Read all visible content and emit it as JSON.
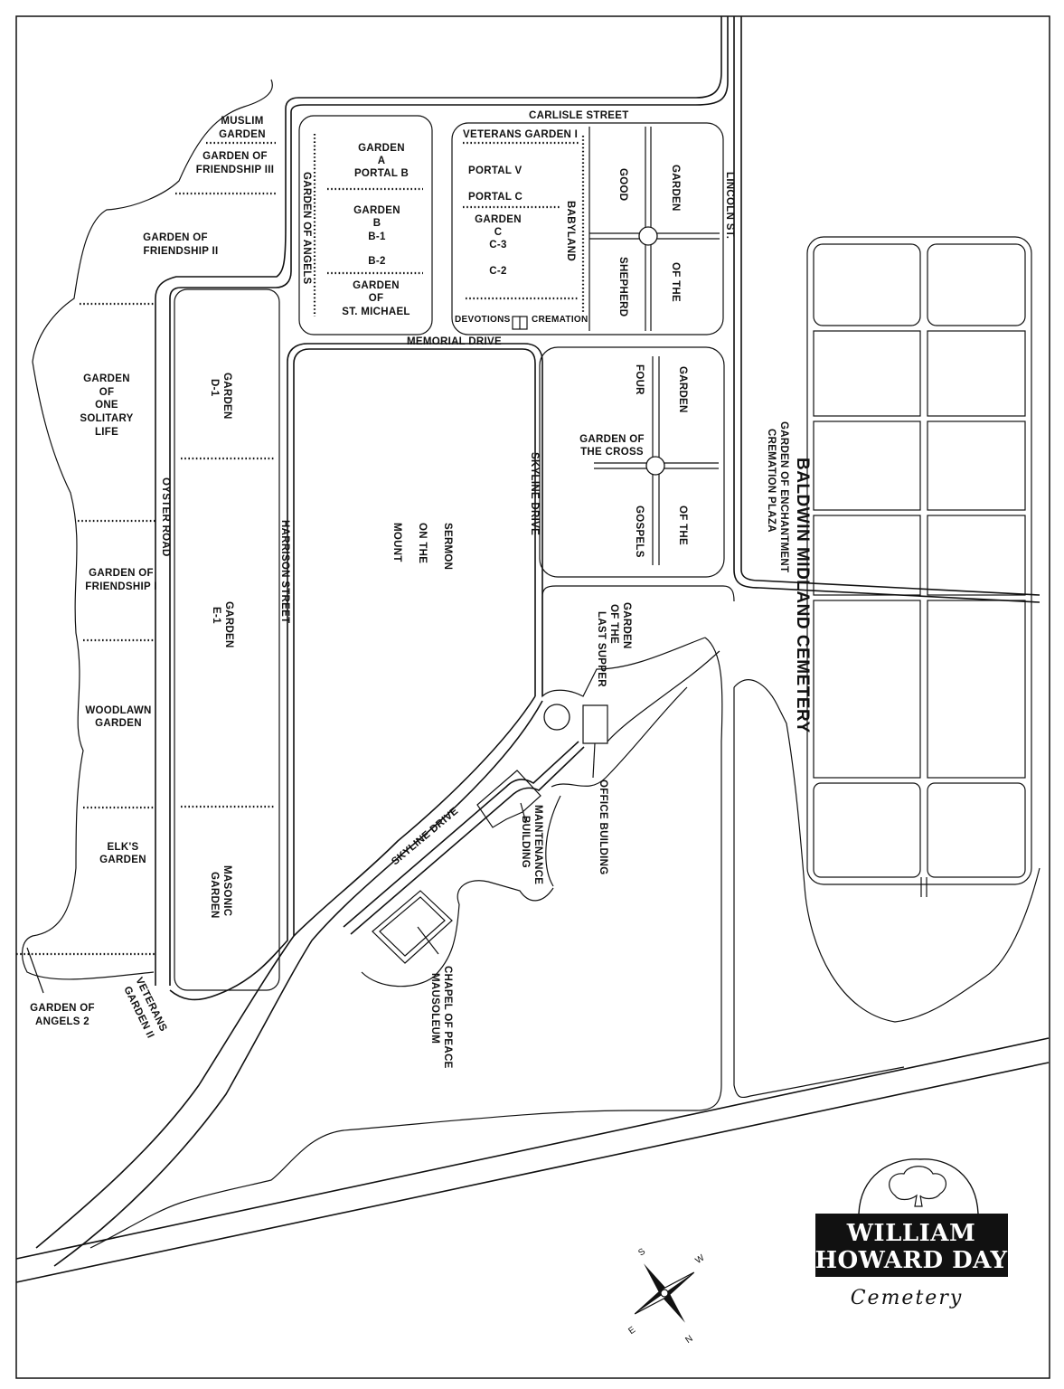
{
  "map": {
    "streets": {
      "carlisle": "CARLISLE STREET",
      "lincoln": "LINCOLN ST.",
      "memorial": "MEMORIAL DRIVE",
      "skyline_upper": "SKYLINE DRIVE",
      "skyline_lower": "SKYLINE DRIVE",
      "harrison": "HARRISON STREET",
      "oyster": "OYSTER ROAD"
    },
    "gardens": {
      "muslim": [
        "MUSLIM",
        "GARDEN"
      ],
      "friendship3": [
        "GARDEN OF",
        "FRIENDSHIP III"
      ],
      "friendship2": [
        "GARDEN OF",
        "FRIENDSHIP II"
      ],
      "angels": "GARDEN OF ANGELS",
      "garden_a": [
        "GARDEN",
        "A",
        "PORTAL B"
      ],
      "garden_b": [
        "GARDEN",
        "B",
        "B-1"
      ],
      "b2": "B-2",
      "st_michael": [
        "GARDEN",
        "OF",
        "ST. MICHAEL"
      ],
      "veterans1": "VETERANS GARDEN I",
      "portal_v": "PORTAL V",
      "portal_c": "PORTAL C",
      "garden_c": [
        "GARDEN",
        "C",
        "C-3"
      ],
      "c2": "C-2",
      "babyland": "BABYLAND",
      "devotions": "DEVOTIONS",
      "cremation": "CREMATION",
      "good_shepherd": {
        "a": "GOOD",
        "b": "SHEPHERD",
        "c": "GARDEN",
        "d": "OF THE"
      },
      "one_solitary": [
        "GARDEN",
        "OF",
        "ONE",
        "SOLITARY",
        "LIFE"
      ],
      "d1": [
        "GARDEN",
        "D-1"
      ],
      "sermon": [
        "SERMON",
        "ON THE",
        "MOUNT"
      ],
      "four_gospels": {
        "a": "FOUR",
        "b": "GARDEN",
        "c": "GOSPELS",
        "d": "OF THE"
      },
      "cross": [
        "GARDEN OF",
        "THE CROSS"
      ],
      "enchantment": [
        "GARDEN OF ENCHANTMENT",
        "CREMATION PLAZA"
      ],
      "friendship1": [
        "GARDEN OF",
        "FRIENDSHIP I"
      ],
      "e1": [
        "GARDEN",
        "E-1"
      ],
      "last_supper": [
        "GARDEN",
        "OF THE",
        "LAST SUPPER"
      ],
      "woodlawn": [
        "WOODLAWN",
        "GARDEN"
      ],
      "elks": [
        "ELK'S",
        "GARDEN"
      ],
      "masonic": [
        "MASONIC",
        "GARDEN"
      ],
      "angels2": [
        "GARDEN OF",
        "ANGELS 2"
      ],
      "veterans2": [
        "VETERANS",
        "GARDEN II"
      ]
    },
    "buildings": {
      "maintenance": [
        "MAINTENANCE",
        "BUILDING"
      ],
      "office": "OFFICE BUILDING",
      "chapel": [
        "CHAPEL OF PEACE",
        "MAUSOLEUM"
      ]
    },
    "neighbor": "BALDWIN MIDLAND CEMETERY"
  },
  "logo": {
    "line1": "WILLIAM",
    "line2": "HOWARD DAY",
    "line3": "Cemetery"
  },
  "compass": {
    "s": "S",
    "w": "W",
    "e": "E",
    "n": "N"
  }
}
